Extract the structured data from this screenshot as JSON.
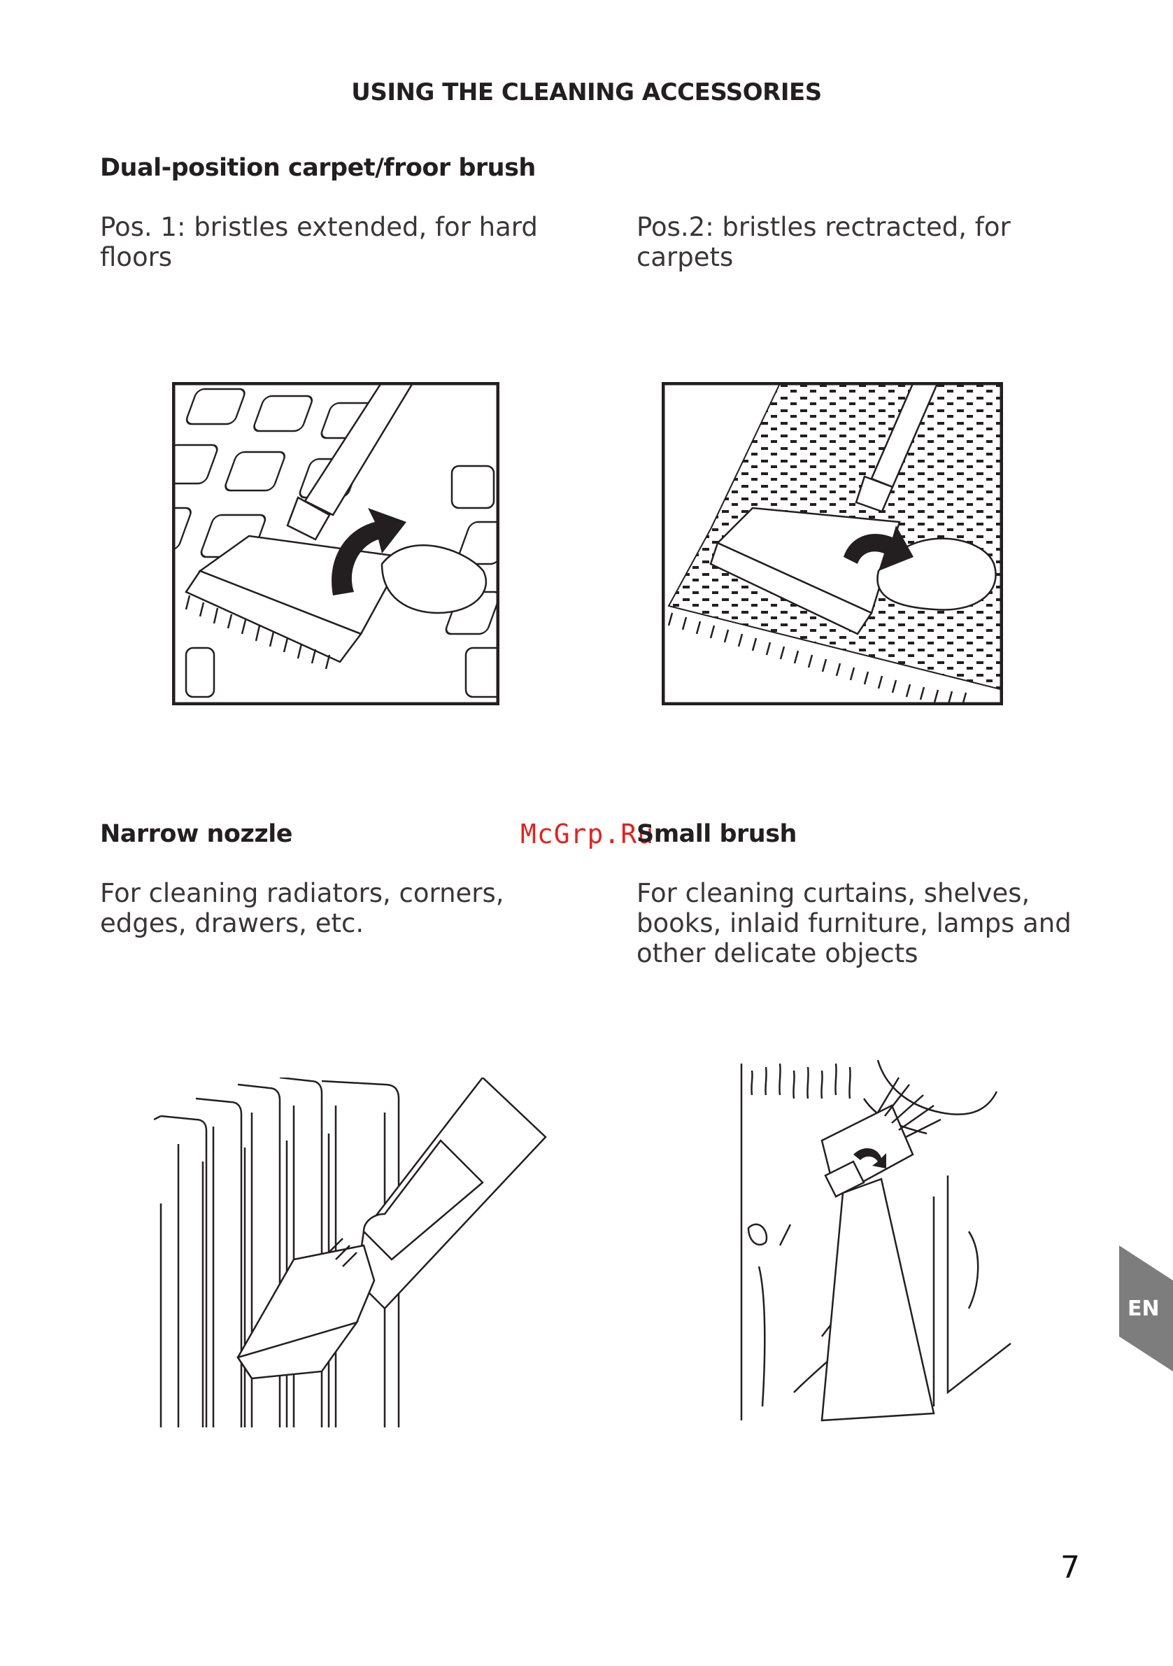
{
  "page": {
    "title": "USING THE CLEANING ACCESSORIES",
    "watermark": "McGrp.Ru",
    "page_number": "7",
    "language_tab": "EN"
  },
  "colors": {
    "text": "#231f20",
    "watermark": "#e0241f",
    "tab": "#7d7d7d"
  },
  "sections": {
    "carpet_brush": {
      "heading": "Dual-position carpet/froor brush",
      "pos1_line1": "Pos. 1: bristles extended, for hard",
      "pos1_line2": "floors",
      "pos2_line1": "Pos.2: bristles rectracted, for",
      "pos2_line2": "carpets"
    },
    "narrow_nozzle": {
      "heading": "Narrow nozzle",
      "line1": "For cleaning radiators, corners,",
      "line2": "edges, drawers, etc."
    },
    "small_brush": {
      "heading": "Small brush",
      "line1": "For cleaning curtains, shelves,",
      "line2": "books, inlaid furniture, lamps and",
      "line3": "other delicate objects"
    }
  },
  "illustrations": {
    "hard_floor": "hard-floor-brush-illustration",
    "carpet": "carpet-brush-illustration",
    "radiator": "radiator-nozzle-illustration",
    "curtain": "curtain-brush-illustration"
  }
}
